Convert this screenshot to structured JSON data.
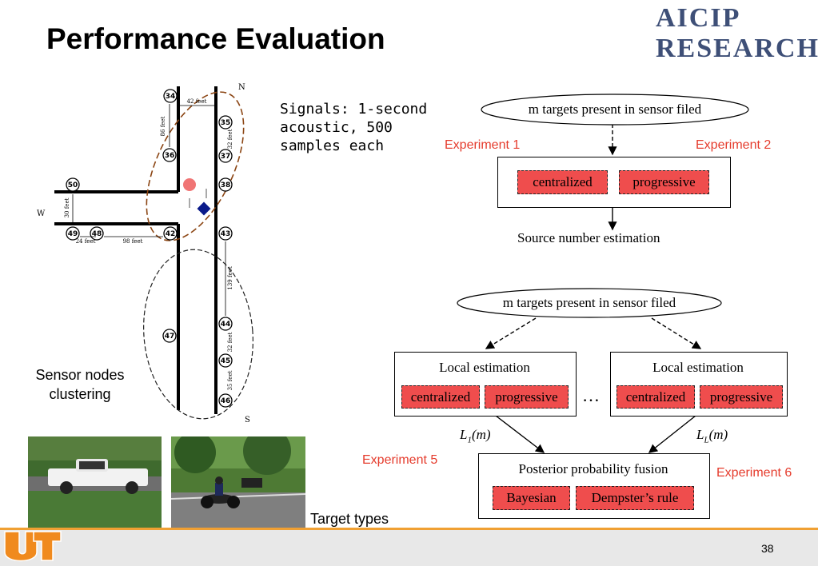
{
  "slide": {
    "title": "Performance Evaluation",
    "page_number": "38"
  },
  "logo": {
    "line1": "AICIP",
    "line2": "RESEARCH"
  },
  "map": {
    "nodes": [
      "34",
      "35",
      "36",
      "37",
      "38",
      "50",
      "49",
      "48",
      "42",
      "43",
      "44",
      "45",
      "46",
      "47"
    ],
    "distances": [
      "42 feet",
      "86 feet",
      "32 feet",
      "30 feet",
      "24 feet",
      "98 feet",
      "139 feet",
      "32 feet",
      "35 feet"
    ],
    "compass": {
      "n": "N",
      "w": "W",
      "s": "S"
    }
  },
  "signals_text": "Signals: 1-second\nacoustic, 500\nsamples each",
  "captions": {
    "clustering": "Sensor nodes\nclustering",
    "target_types": "Target types"
  },
  "top_flow": {
    "ellipse": "m targets present in sensor filed",
    "experiment_left": "Experiment 1",
    "experiment_right": "Experiment 2",
    "opt1": "centralized",
    "opt2": "progressive",
    "result": "Source number estimation"
  },
  "bottom_flow": {
    "ellipse": "m targets present in sensor filed",
    "local_left_title": "Local estimation",
    "local_right_title": "Local estimation",
    "opt1": "centralized",
    "opt2": "progressive",
    "dots": "…",
    "L1": "L",
    "L1_sub": "1",
    "LL": "L",
    "LL_sub": "L",
    "m_arg": "(m)",
    "fusion_title": "Posterior probability fusion",
    "bayes": "Bayesian",
    "dempster": "Dempster’s rule",
    "experiment_left": "Experiment 5",
    "experiment_right": "Experiment 6"
  },
  "colors": {
    "accent_red": "#e53b2c",
    "box_red": "#ef4d4d",
    "logo_blue": "#3e4f77",
    "footer_stripe": "#f0a033",
    "ut_orange": "#f08a1e"
  }
}
